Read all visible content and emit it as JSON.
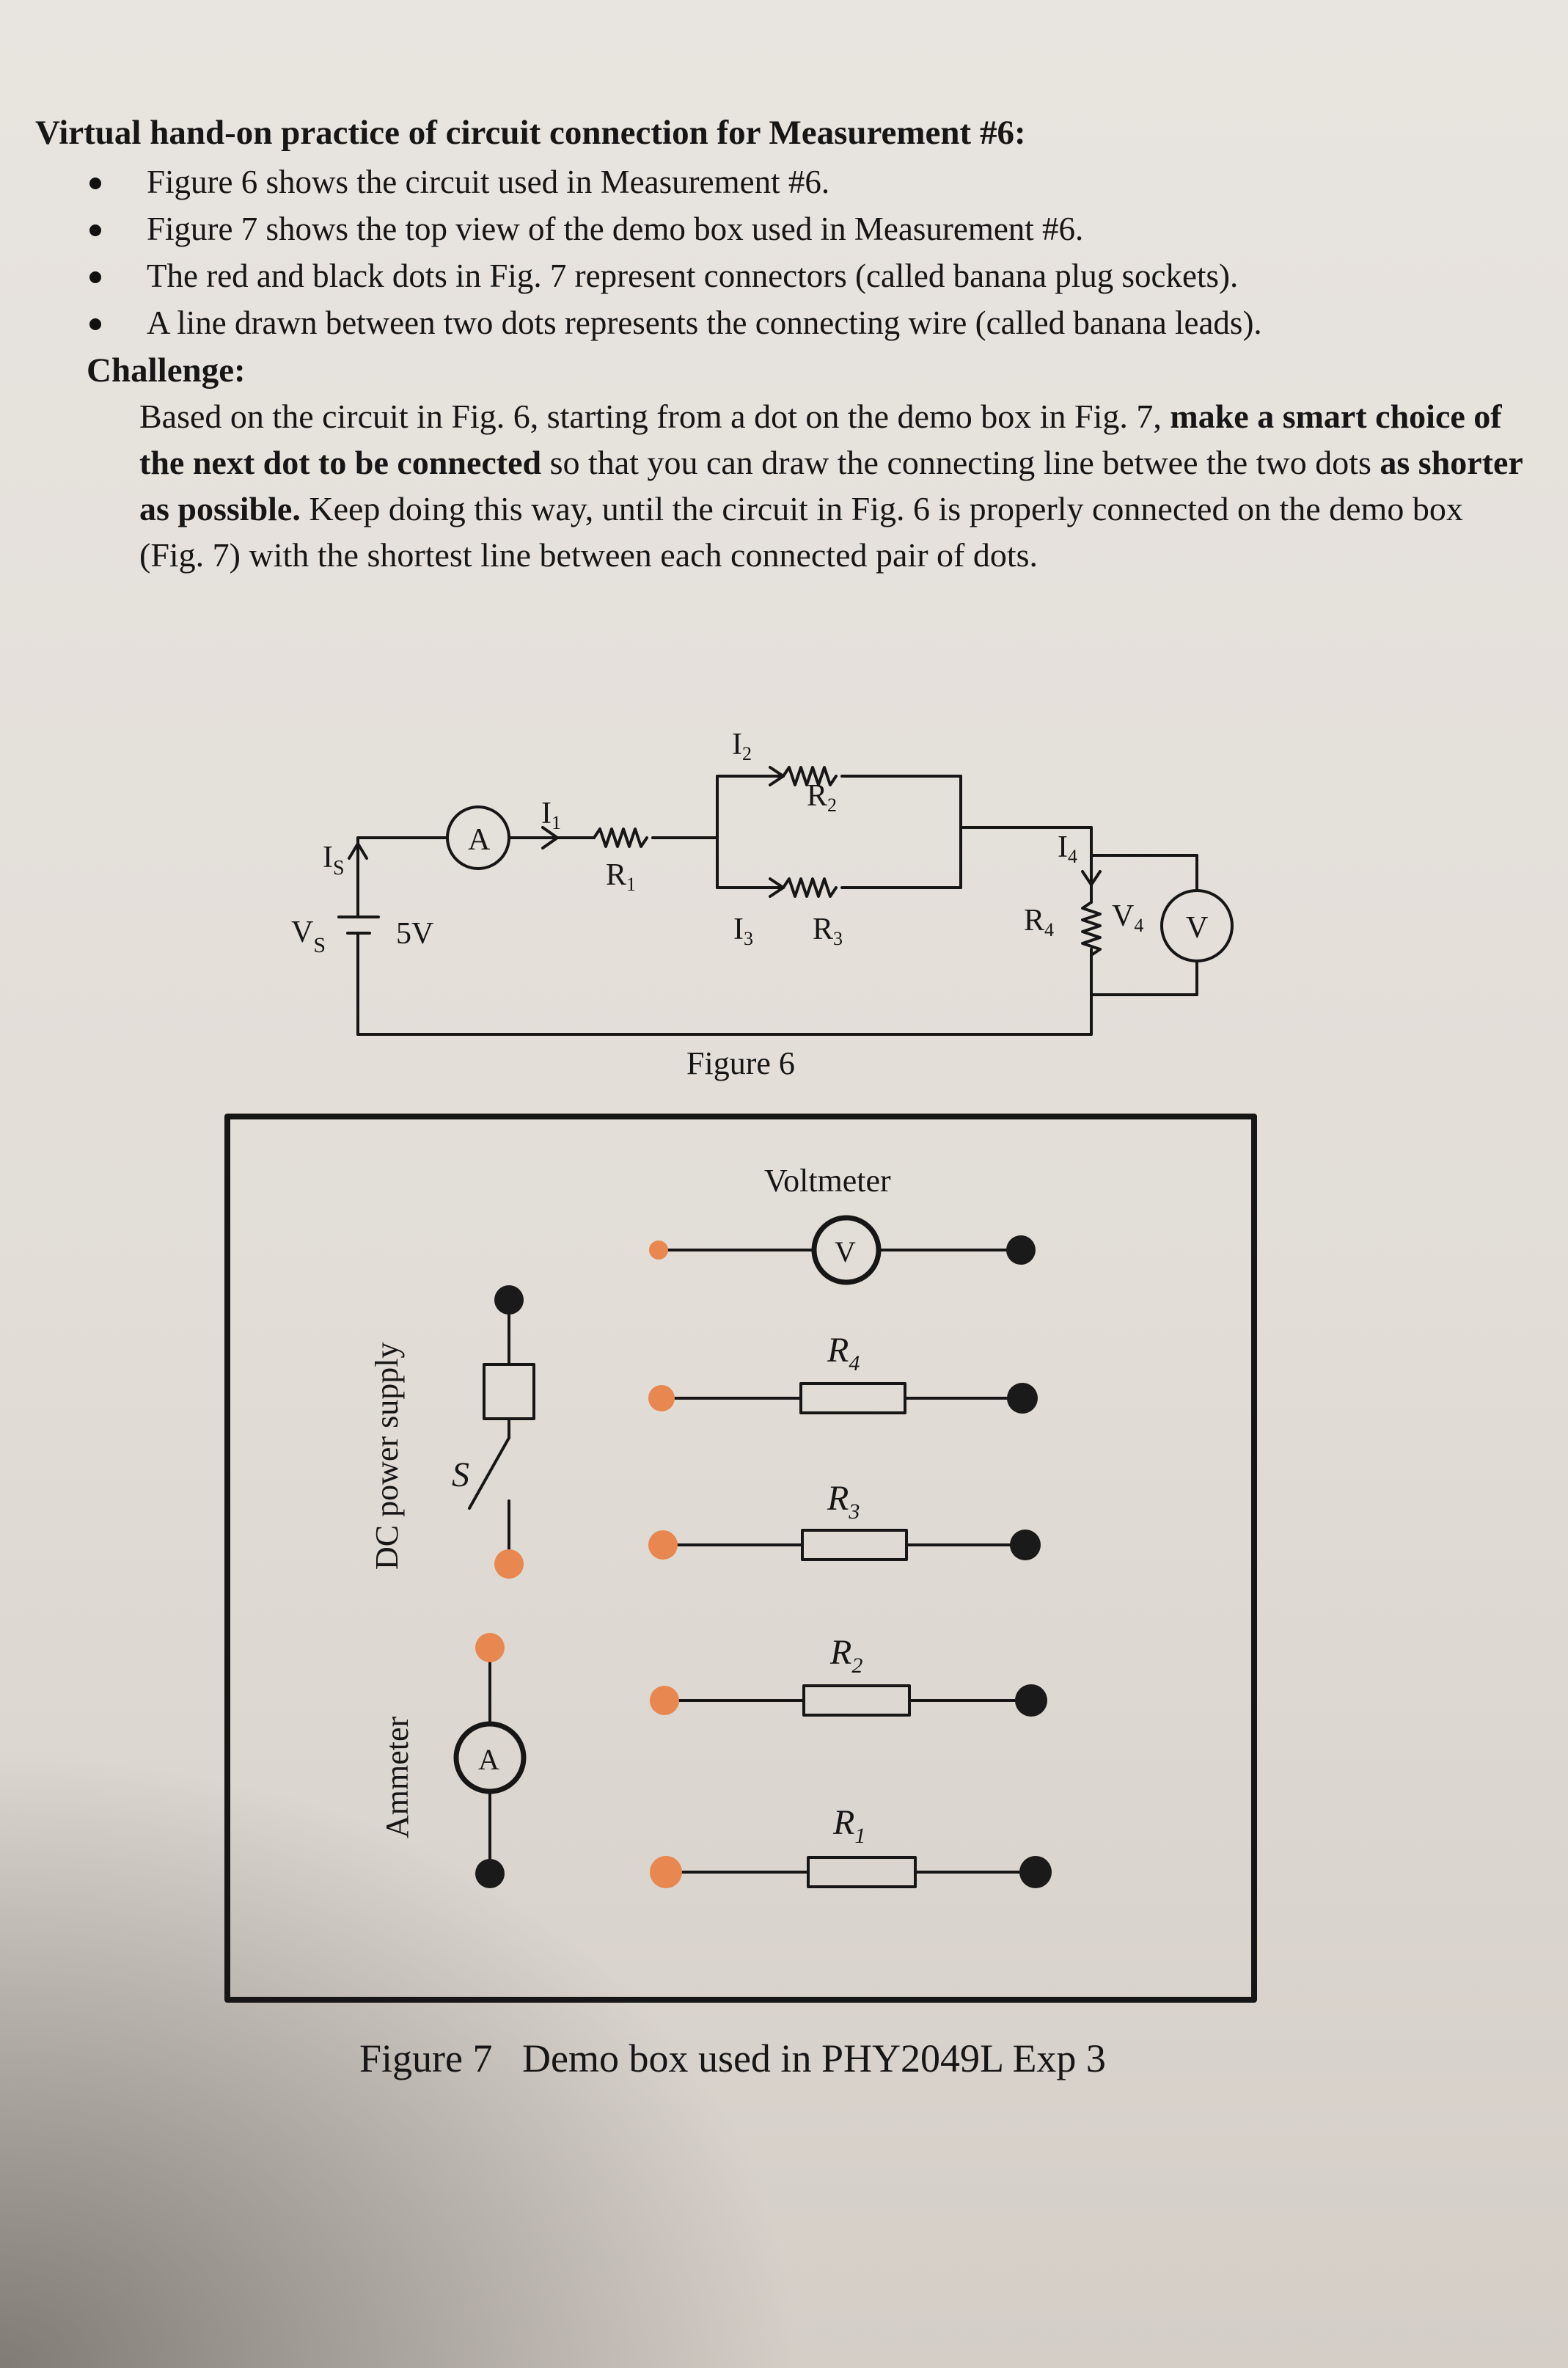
{
  "title": "Virtual hand-on practice of circuit connection for Measurement #6:",
  "bullets": [
    "Figure 6 shows the circuit used in Measurement #6.",
    "Figure 7 shows the top view of the demo box used in Measurement #6.",
    "The red and black dots in Fig. 7  represent connectors (called banana plug sockets).",
    "A line drawn between two dots represents the connecting wire (called banana leads)."
  ],
  "challenge": {
    "heading": "Challenge:",
    "text_1": "Based on the circuit in Fig. 6, starting from a dot on the demo box in Fig. 7, ",
    "bold_1": "make a smart choice of the next dot to be connected",
    "text_2": " so that you can draw the connecting line betwee the two dots ",
    "bold_2": "as shorter as possible.",
    "text_3": " Keep doing this way, until the circuit in Fig. 6 is properly connected on the demo box (Fig. 7) with the shortest line between each connected pair of dots."
  },
  "figure6": {
    "caption": "Figure 6",
    "vs_label": "V",
    "vs_sub": "S",
    "vs_value": "5V",
    "is_label": "I",
    "is_sub": "S",
    "ammeter": "A",
    "voltmeter": "V",
    "i1": "I",
    "i1_sub": "1",
    "i2": "I",
    "i2_sub": "2",
    "i3": "I",
    "i3_sub": "3",
    "i4": "I",
    "i4_sub": "4",
    "r1": "R",
    "r1_sub": "1",
    "r2": "R",
    "r2_sub": "2",
    "r3": "R",
    "r3_sub": "3",
    "r4": "R",
    "r4_sub": "4",
    "v4": "V",
    "v4_sub": "4"
  },
  "figure7": {
    "caption": "Figure 7   Demo box used in PHY2049L Exp 3",
    "voltmeter_label": "Voltmeter",
    "voltmeter_symbol": "V",
    "ammeter_symbol": "A",
    "dc_supply_label": "DC power supply",
    "ammeter_label": "Ammeter",
    "switch_label": "S",
    "r4": "R",
    "r4_sub": "4",
    "r3": "R",
    "r3_sub": "3",
    "r2": "R",
    "r2_sub": "2",
    "r1": "R",
    "r1_sub": "1"
  },
  "colors": {
    "red_dot": "#e8874f",
    "black_dot": "#1a1a1a",
    "ink": "#161616"
  }
}
